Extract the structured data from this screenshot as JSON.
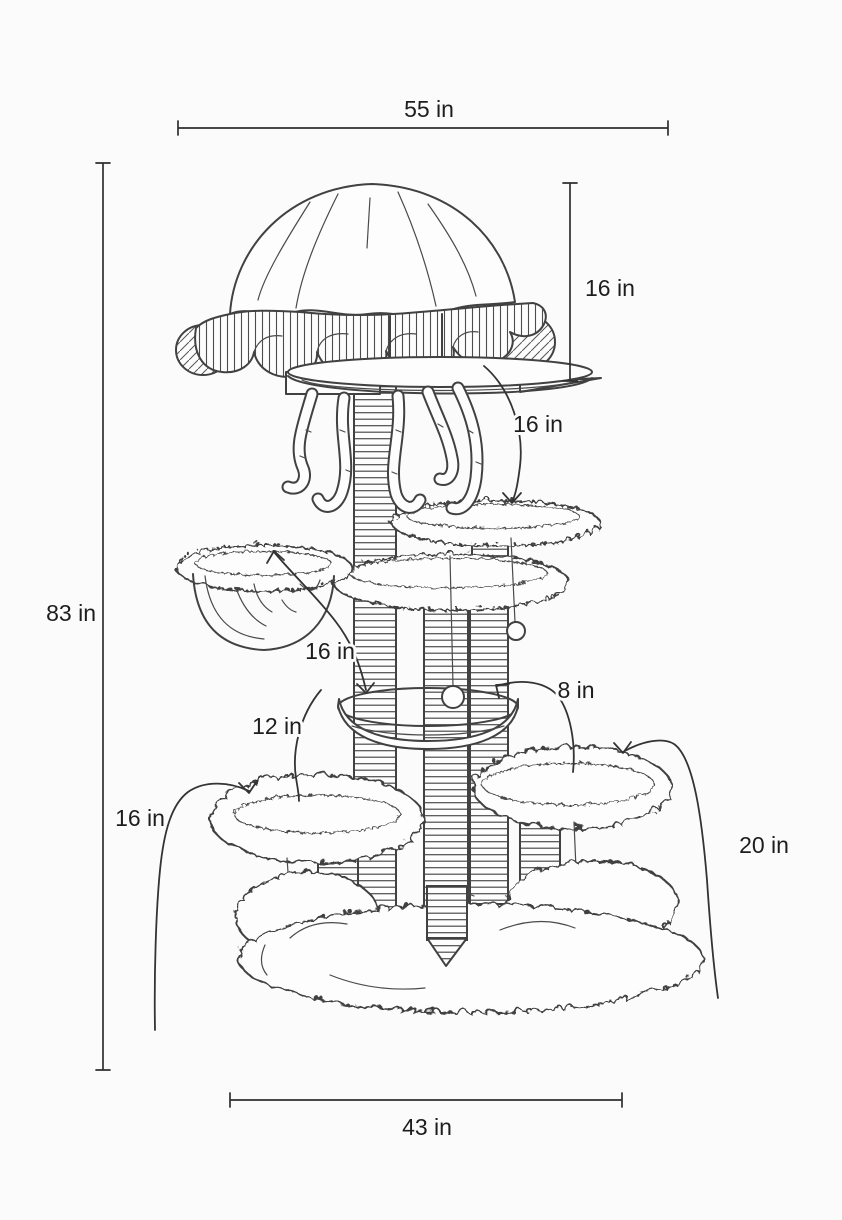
{
  "colors": {
    "ink": "#414141",
    "text": "#1d1d1d",
    "paper": "#fbfbfb"
  },
  "diagram": {
    "subject": "Jellyfish cat tree dimension diagram",
    "unit": "in",
    "dimensions": {
      "total_width": "55 in",
      "cap_height": "16 in",
      "cap_to_top_platform": "16 in",
      "total_height": "83 in",
      "bowl_to_mid_platform": "16 in",
      "mid_platform_drop": "12 in",
      "right_platform_step": "8 in",
      "left_platform_height": "16 in",
      "right_platform_height": "20 in",
      "base_width": "43 in"
    }
  }
}
